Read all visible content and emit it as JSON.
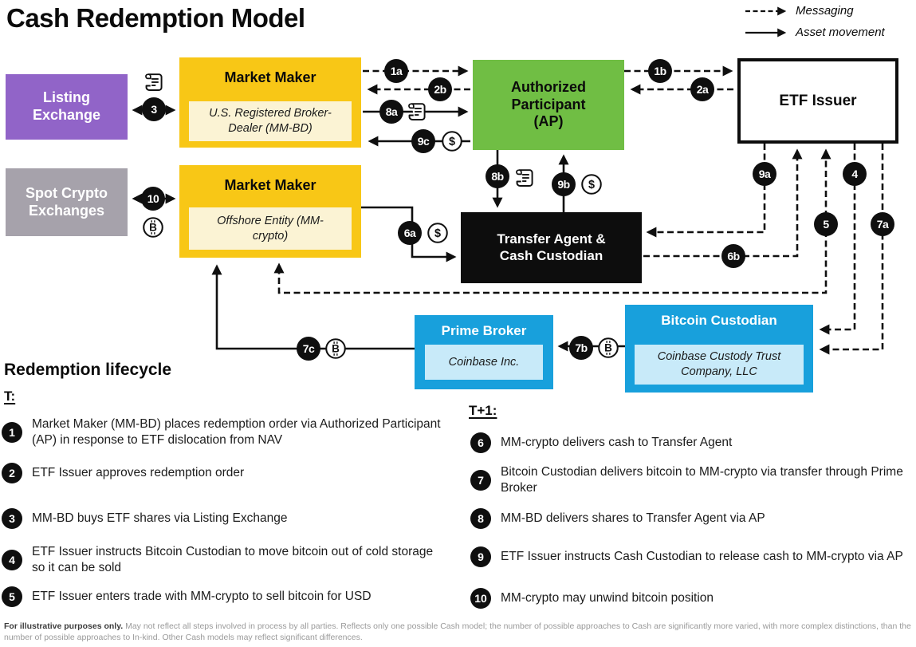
{
  "title": "Cash Redemption Model",
  "legend": {
    "messaging": "Messaging",
    "asset": "Asset movement"
  },
  "boxes": {
    "listing_exchange": {
      "label": "Listing Exchange"
    },
    "mm_bd": {
      "label": "Market Maker",
      "sublabel": "U.S. Registered Broker-Dealer (MM-BD)"
    },
    "mm_crypto": {
      "label": "Market Maker",
      "sublabel": "Offshore Entity (MM-crypto)"
    },
    "spot_crypto": {
      "label": "Spot Crypto Exchanges"
    },
    "ap": {
      "label": "Authorized Participant (AP)"
    },
    "etf_issuer": {
      "label": "ETF Issuer"
    },
    "transfer_agent": {
      "label": "Transfer Agent & Cash Custodian"
    },
    "prime_broker": {
      "label": "Prime Broker",
      "sublabel": "Coinbase Inc."
    },
    "bitcoin_custodian": {
      "label": "Bitcoin Custodian",
      "sublabel": "Coinbase Custody Trust Company, LLC"
    }
  },
  "badges": {
    "1a": "1a",
    "1b": "1b",
    "2a": "2a",
    "2b": "2b",
    "3": "3",
    "4": "4",
    "5": "5",
    "6a": "6a",
    "6b": "6b",
    "7a": "7a",
    "7b": "7b",
    "7c": "7c",
    "8a": "8a",
    "8b": "8b",
    "9a": "9a",
    "9b": "9b",
    "9c": "9c",
    "10": "10"
  },
  "icons": {
    "dollar": "$",
    "btc": "B"
  },
  "lifecycle": {
    "heading": "Redemption lifecycle",
    "t_heading": "T:",
    "t1_heading": "T+1:",
    "t_steps": [
      {
        "num": "1",
        "text": "Market Maker (MM-BD) places redemption order via Authorized Participant (AP) in response to ETF dislocation from NAV"
      },
      {
        "num": "2",
        "text": "ETF Issuer approves redemption order"
      },
      {
        "num": "3",
        "text": "MM-BD buys ETF shares via Listing Exchange"
      },
      {
        "num": "4",
        "text": "ETF Issuer instructs Bitcoin Custodian to move bitcoin out of cold storage so it can be sold"
      },
      {
        "num": "5",
        "text": "ETF Issuer enters trade with MM-crypto to sell bitcoin for USD"
      }
    ],
    "t1_steps": [
      {
        "num": "6",
        "text": "MM-crypto delivers cash to Transfer Agent"
      },
      {
        "num": "7",
        "text": "Bitcoin Custodian delivers bitcoin to MM-crypto via transfer through Prime Broker"
      },
      {
        "num": "8",
        "text": "MM-BD delivers shares to Transfer Agent via AP"
      },
      {
        "num": "9",
        "text": "ETF Issuer instructs Cash Custodian to release cash to MM-crypto via AP"
      },
      {
        "num": "10",
        "text": "MM-crypto may unwind bitcoin position"
      }
    ]
  },
  "footnote": {
    "lead": "For illustrative purposes only.",
    "text": "May not reflect all steps involved in process by all parties. Reflects only one possible Cash model; the number of possible approaches to Cash are significantly more varied, with more complex distinctions, than the number of possible approaches to In-kind. Other Cash models may reflect significant differences."
  },
  "colors": {
    "yellow": "#F8C716",
    "cream": "#FBF3D4",
    "purple": "#9164C8",
    "gray": "#A6A2AB",
    "green": "#70BE44",
    "blue": "#18A0DC",
    "light_blue": "#C8EAF9",
    "black_box": "#0d0d0d",
    "badge": "#0f0f0f"
  }
}
